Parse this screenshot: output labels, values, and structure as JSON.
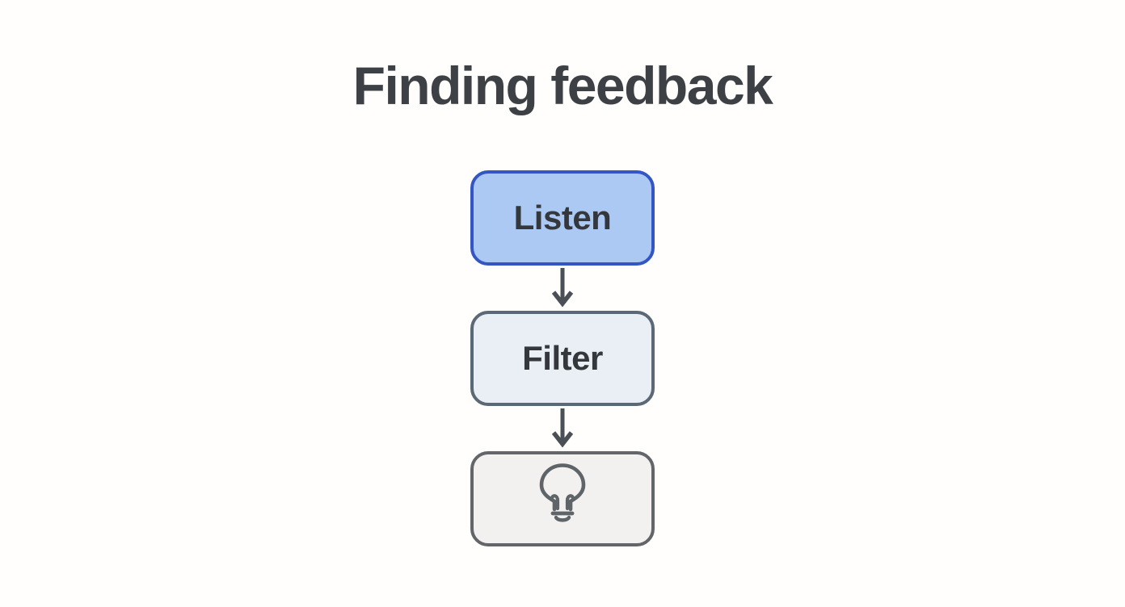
{
  "title": {
    "text": "Finding feedback",
    "color": "#3d4145"
  },
  "diagram": {
    "nodes": [
      {
        "id": "listen",
        "label": "Listen",
        "icon": null,
        "fill": "#abc9f3",
        "border": "#3456c4",
        "text_color": "#34383c"
      },
      {
        "id": "filter",
        "label": "Filter",
        "icon": null,
        "fill": "#e9eff4",
        "border": "#5b6875",
        "text_color": "#34383c"
      },
      {
        "id": "idea",
        "label": "",
        "icon": "lightbulb-icon",
        "fill": "#f2f1f0",
        "border": "#636668",
        "icon_color": "#5f6468"
      }
    ],
    "arrows": [
      {
        "from": "listen",
        "to": "filter"
      },
      {
        "from": "filter",
        "to": "idea"
      }
    ],
    "arrow_color": "#4a5055"
  },
  "background_color": "#fffefc"
}
